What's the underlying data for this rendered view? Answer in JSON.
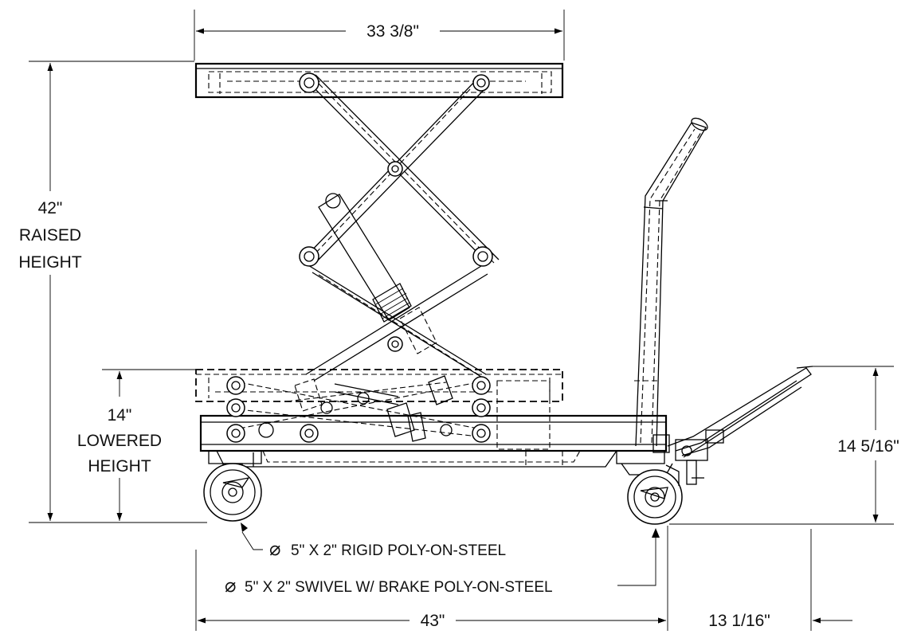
{
  "dimensions": {
    "top_width": "33 3/8\"",
    "raised_value": "42\"",
    "raised_line1": "RAISED",
    "raised_line2": "HEIGHT",
    "lowered_value": "14\"",
    "lowered_line1": "LOWERED",
    "lowered_line2": "HEIGHT",
    "handle_height": "14 5/16\"",
    "wheelbase": "43\"",
    "handle_length": "13 1/16\""
  },
  "callouts": {
    "rigid_caster": "5\" X 2\" RIGID POLY-ON-STEEL",
    "swivel_caster": "5\" X 2\" SWIVEL W/ BRAKE POLY-ON-STEEL",
    "diameter_symbol": "⌀"
  }
}
